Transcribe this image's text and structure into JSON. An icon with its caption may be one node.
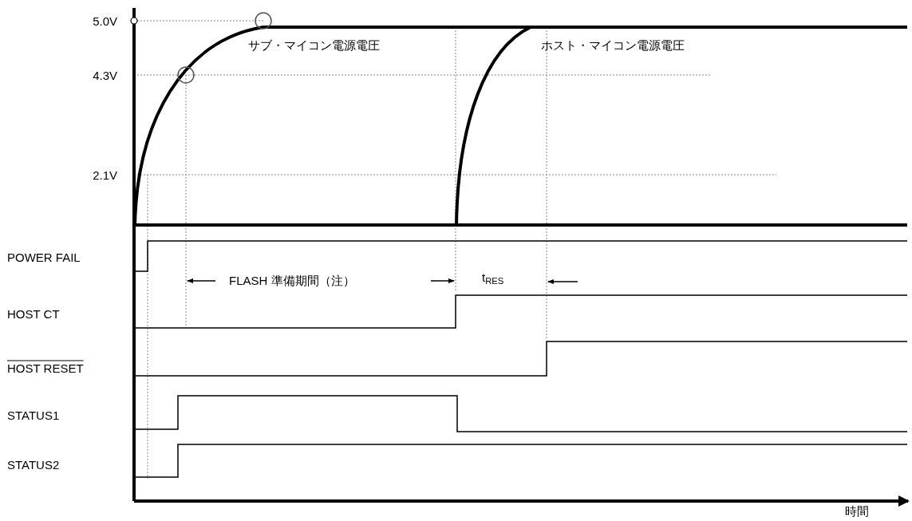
{
  "diagram": {
    "labels": [
      "5.0V",
      "サブ・マイコン電源電圧",
      "ホスト・マイコン電源電圧",
      "4.3V",
      "2.1V",
      "POWER FAIL",
      "FLASH 準備期間（注）",
      "t$_{RES}$",
      "HOST CT",
      "HOST RESET",
      "STATUS1",
      "STATUS2",
      "時間"
    ]
  }
}
